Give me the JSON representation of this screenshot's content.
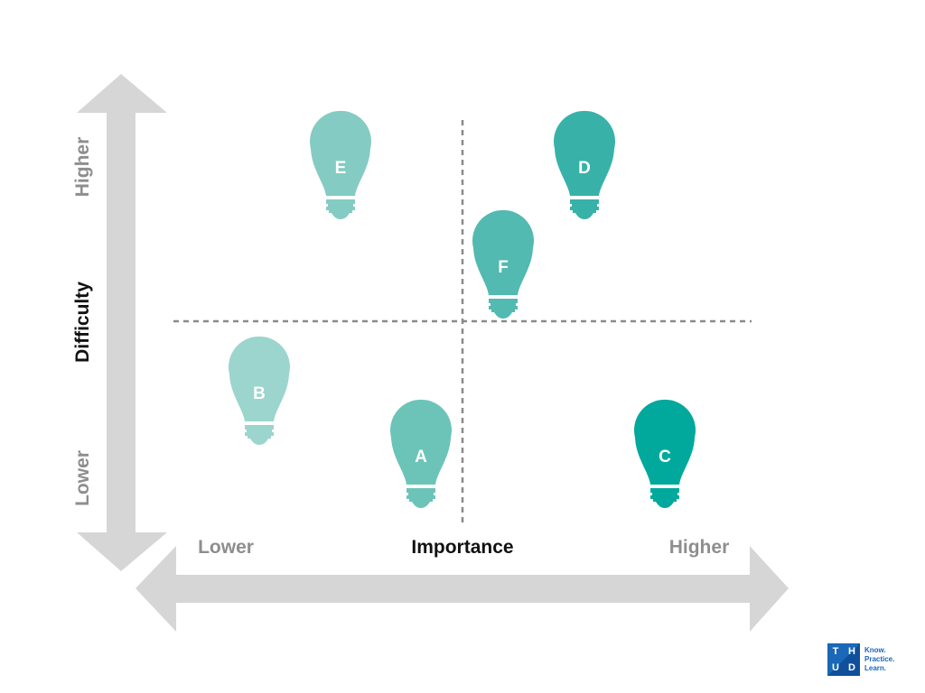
{
  "y_axis": {
    "title": "Difficulty",
    "low_label": "Lower",
    "high_label": "Higher"
  },
  "x_axis": {
    "title": "Importance",
    "low_label": "Lower",
    "high_label": "Higher"
  },
  "colors": {
    "arrow": "#d6d6d6",
    "muted_label": "#8e8e8e",
    "title": "#111111",
    "divider": "#8a8a8a"
  },
  "bulbs": [
    {
      "label": "E",
      "color": "#84ccc3",
      "importance": "lower",
      "difficulty": "higher"
    },
    {
      "label": "D",
      "color": "#38b2a8",
      "importance": "higher",
      "difficulty": "higher"
    },
    {
      "label": "F",
      "color": "#52bab0",
      "importance": "higher",
      "difficulty": "higher"
    },
    {
      "label": "B",
      "color": "#9bd5ce",
      "importance": "lower",
      "difficulty": "lower"
    },
    {
      "label": "A",
      "color": "#6cc4b9",
      "importance": "lower",
      "difficulty": "lower"
    },
    {
      "label": "C",
      "color": "#00a99c",
      "importance": "higher",
      "difficulty": "lower"
    }
  ],
  "logo": {
    "letters": [
      "T",
      "H",
      "U",
      "D"
    ],
    "tagline": [
      "Know.",
      "Practice.",
      "Learn."
    ]
  }
}
